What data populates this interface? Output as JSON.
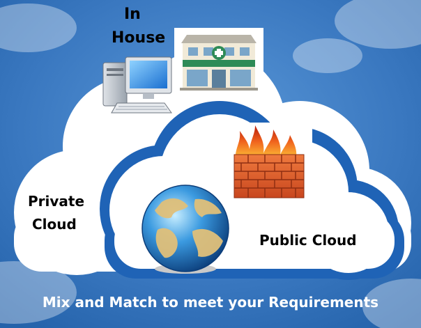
{
  "labels": {
    "in_house_line1": "In",
    "in_house_line2": "House",
    "private_line1": "Private",
    "private_line2": "Cloud",
    "public_cloud": "Public Cloud",
    "caption": "Mix and Match to meet your Requirements"
  },
  "icons": {
    "computer": "desktop-computer-icon",
    "building": "pharmacy-building-icon",
    "firewall": "firewall-icon",
    "globe": "globe-icon"
  },
  "colors": {
    "sky": "#3f7fc3",
    "cloud": "#ffffff",
    "inner_cloud_border": "#1f63b6",
    "caption": "#ffffff"
  }
}
